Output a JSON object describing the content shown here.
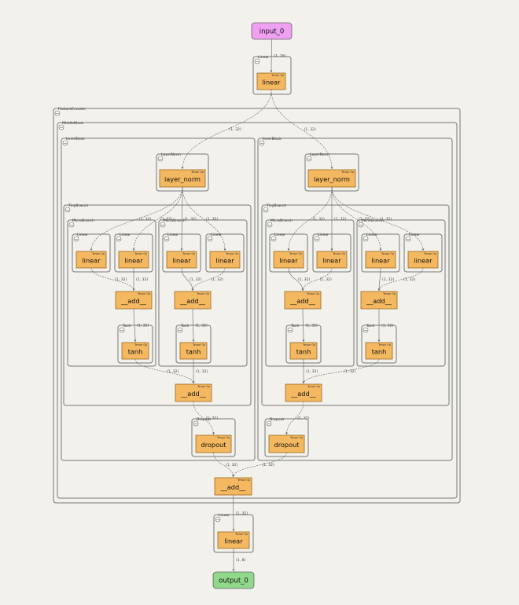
{
  "io": {
    "input": {
      "label": "input_0",
      "fill": "#f0a0f0"
    },
    "output": {
      "label": "output_0",
      "fill": "#90d88a"
    }
  },
  "colors": {
    "op_fill": "#f4b860",
    "op_stroke": "#9a6a20",
    "box_stroke": "#777777",
    "edge": "#666666",
    "background": "#f2f1ec"
  },
  "toggle_symbol": "−",
  "tensor_tag": "Tensor Op",
  "boxes": [
    {
      "id": "lin_top",
      "label": "Linear"
    },
    {
      "id": "fe",
      "label": "FeatureEncoder"
    },
    {
      "id": "mb",
      "label": "MiddleBlock"
    },
    {
      "id": "ibL",
      "label": "InnerBlock"
    },
    {
      "id": "lnL",
      "label": "LayerNorm"
    },
    {
      "id": "tbL",
      "label": "TinyBranch"
    },
    {
      "id": "mbL1",
      "label": "MicroBranch"
    },
    {
      "id": "l1",
      "label": "Linear"
    },
    {
      "id": "l2",
      "label": "Linear"
    },
    {
      "id": "t1",
      "label": "Tanh"
    },
    {
      "id": "mbL2",
      "label": "MicroBranch"
    },
    {
      "id": "l3",
      "label": "Linear"
    },
    {
      "id": "l4",
      "label": "Linear"
    },
    {
      "id": "t2",
      "label": "Tanh"
    },
    {
      "id": "dL",
      "label": "Dropout"
    },
    {
      "id": "ibR",
      "label": "InnerBlock"
    },
    {
      "id": "lnR",
      "label": "LayerNorm"
    },
    {
      "id": "tbR",
      "label": "TinyBranch"
    },
    {
      "id": "mbR1",
      "label": "MicroBranch"
    },
    {
      "id": "l5",
      "label": "Linear"
    },
    {
      "id": "l6",
      "label": "Linear"
    },
    {
      "id": "t3",
      "label": "Tanh"
    },
    {
      "id": "mbR2",
      "label": "MicroBranch"
    },
    {
      "id": "l7",
      "label": "Linear"
    },
    {
      "id": "l8",
      "label": "Linear"
    },
    {
      "id": "t4",
      "label": "Tanh"
    },
    {
      "id": "dR",
      "label": "Dropout"
    },
    {
      "id": "lin_out",
      "label": "Linear"
    }
  ],
  "nodes": [
    {
      "id": "n_lin_top",
      "label": "linear"
    },
    {
      "id": "n_lnL",
      "label": "layer_norm"
    },
    {
      "id": "n_l1",
      "label": "linear"
    },
    {
      "id": "n_l2",
      "label": "linear"
    },
    {
      "id": "n_addL1",
      "label": "__add__"
    },
    {
      "id": "n_t1",
      "label": "tanh"
    },
    {
      "id": "n_l3",
      "label": "linear"
    },
    {
      "id": "n_l4",
      "label": "linear"
    },
    {
      "id": "n_addL2",
      "label": "__add__"
    },
    {
      "id": "n_t2",
      "label": "tanh"
    },
    {
      "id": "n_addL3",
      "label": "__add__"
    },
    {
      "id": "n_dL",
      "label": "dropout"
    },
    {
      "id": "n_lnR",
      "label": "layer_norm"
    },
    {
      "id": "n_l5",
      "label": "linear"
    },
    {
      "id": "n_l6",
      "label": "linear"
    },
    {
      "id": "n_addR1",
      "label": "__add__"
    },
    {
      "id": "n_t3",
      "label": "tanh"
    },
    {
      "id": "n_l7",
      "label": "linear"
    },
    {
      "id": "n_l8",
      "label": "linear"
    },
    {
      "id": "n_addR2",
      "label": "__add__"
    },
    {
      "id": "n_t4",
      "label": "tanh"
    },
    {
      "id": "n_addR3",
      "label": "__add__"
    },
    {
      "id": "n_dR",
      "label": "dropout"
    },
    {
      "id": "n_add_final",
      "label": "__add__"
    },
    {
      "id": "n_lin_out",
      "label": "linear"
    }
  ],
  "edges": [
    {
      "id": "e_in",
      "label": "(1, 16)"
    },
    {
      "id": "e_top_L",
      "label": "(1, 32)"
    },
    {
      "id": "e_top_R",
      "label": "(1, 32)"
    },
    {
      "id": "e_lnL_l1",
      "label": "(1, 32)"
    },
    {
      "id": "e_lnL_l2",
      "label": "(1, 32)"
    },
    {
      "id": "e_lnL_l3",
      "label": "(1, 32)"
    },
    {
      "id": "e_lnL_l4",
      "label": "(1, 32)"
    },
    {
      "id": "e_l1_add",
      "label": "(1, 32)"
    },
    {
      "id": "e_l2_add",
      "label": "(1, 32)"
    },
    {
      "id": "e_l3_add",
      "label": "(1, 32)"
    },
    {
      "id": "e_l4_add",
      "label": "(1, 32)"
    },
    {
      "id": "e_addL1_t1",
      "label": "(1, 32)"
    },
    {
      "id": "e_addL2_t2",
      "label": "(1, 32)"
    },
    {
      "id": "e_t1_add3",
      "label": "(1, 32)"
    },
    {
      "id": "e_t2_add3",
      "label": "(1, 32)"
    },
    {
      "id": "e_addL3_d",
      "label": "(1, 32)"
    },
    {
      "id": "e_lnR_l5",
      "label": "(1, 32)"
    },
    {
      "id": "e_lnR_l6",
      "label": "(1, 32)"
    },
    {
      "id": "e_lnR_l7",
      "label": "(1, 32)"
    },
    {
      "id": "e_lnR_l8",
      "label": "(1, 32)"
    },
    {
      "id": "e_l5_add",
      "label": "(1, 32)"
    },
    {
      "id": "e_l6_add",
      "label": "(1, 32)"
    },
    {
      "id": "e_l7_add",
      "label": "(1, 32)"
    },
    {
      "id": "e_l8_add",
      "label": "(1, 32)"
    },
    {
      "id": "e_addR1_t3",
      "label": "(1, 32)"
    },
    {
      "id": "e_addR2_t4",
      "label": "(1, 32)"
    },
    {
      "id": "e_t3_add3",
      "label": "(1, 32)"
    },
    {
      "id": "e_t4_add3",
      "label": "(1, 32)"
    },
    {
      "id": "e_addR3_d",
      "label": "(1, 32)"
    },
    {
      "id": "e_dL_fin",
      "label": "(1, 32)"
    },
    {
      "id": "e_dR_fin",
      "label": "(1, 32)"
    },
    {
      "id": "e_fin_out",
      "label": "(1, 32)"
    },
    {
      "id": "e_out",
      "label": "(1, 8)"
    }
  ]
}
